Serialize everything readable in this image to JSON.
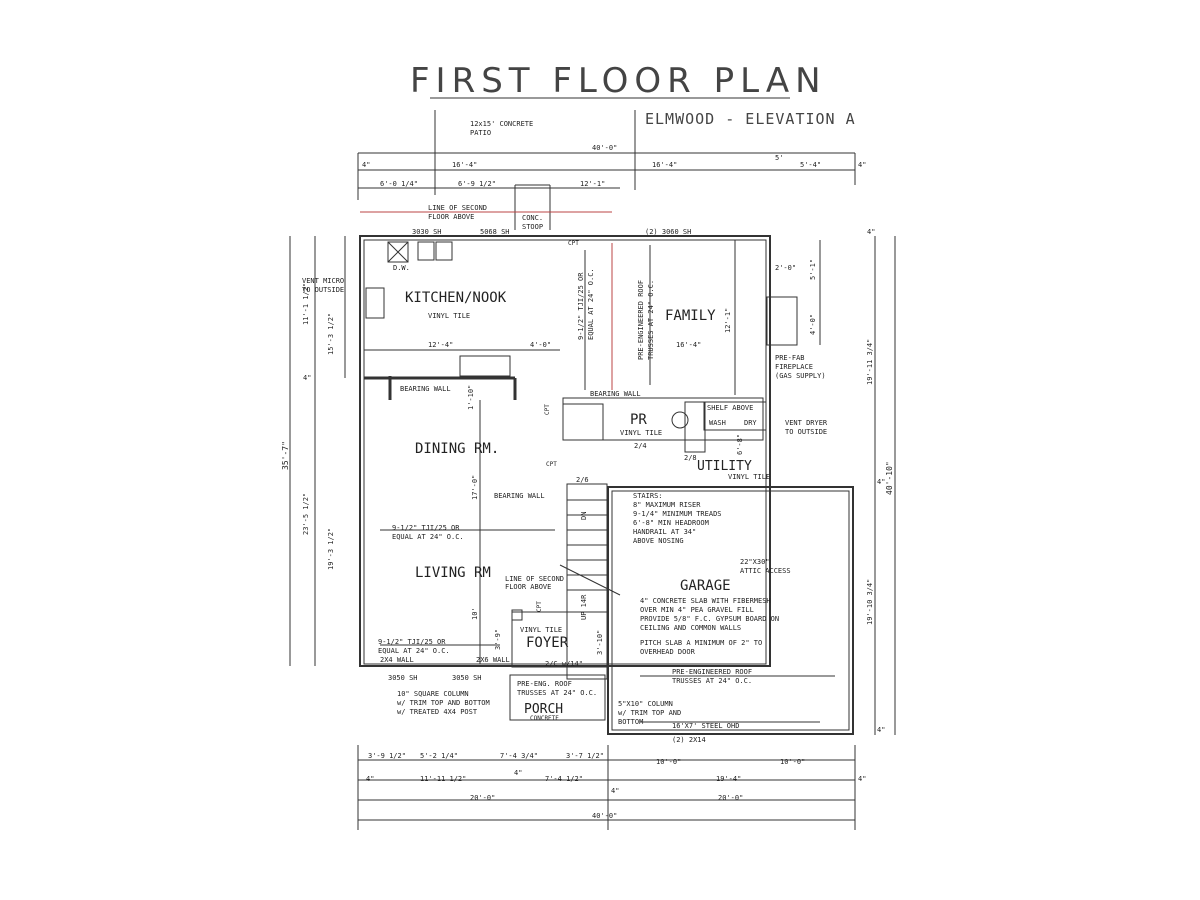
{
  "title": "FIRST FLOOR PLAN",
  "subtitle": "ELMWOOD - ELEVATION A",
  "rooms": {
    "kitchen": "KITCHEN/NOOK",
    "family": "FAMILY",
    "dining": "DINING RM.",
    "living": "LIVING RM",
    "garage": "GARAGE",
    "foyer": "FOYER",
    "porch": "PORCH",
    "utility": "UTILITY",
    "powder": "PR"
  },
  "notes": {
    "patio": [
      "12x15' CONCRETE",
      "PATIO"
    ],
    "line_second_floor": [
      "LINE OF SECOND",
      "FLOOR ABOVE"
    ],
    "conc_stoop": [
      "CONC.",
      "STOOP"
    ],
    "window_3030": "3030 SH",
    "door_5068": "5068 SH",
    "window_2x3060": "(2) 3060 SH",
    "dw": "D.W.",
    "vent_micro": [
      "VENT MICRO",
      "TO OUTSIDE"
    ],
    "vinyl_tile": "VINYL TILE",
    "tji_kitchen": [
      "9-1/2\" TJI/25 OR",
      "EQUAL AT 24\" O.C."
    ],
    "trusses_family": [
      "PRE-ENGINEERED ROOF",
      "TRUSSES AT 24\" O.C."
    ],
    "fireplace": [
      "PRE-FAB",
      "FIREPLACE",
      "(GAS SUPPLY)"
    ],
    "bearing_wall": "BEARING WALL",
    "shelf_above": "SHELF ABOVE",
    "wash": "WASH",
    "dry": "DRY",
    "vent_dryer": [
      "VENT DRYER",
      "TO OUTSIDE"
    ],
    "stairs": [
      "STAIRS:",
      "8\" MAXIMUM RISER",
      "9-1/4\" MINIMUM TREADS",
      "6'-8\" MIN HEADROOM",
      "HANDRAIL AT 34\"",
      "ABOVE NOSING"
    ],
    "tji_dining": [
      "9-1/2\" TJI/25 OR",
      "EQUAL AT 24\" O.C."
    ],
    "attic_access": [
      "22\"X30\"",
      "ATTIC ACCESS"
    ],
    "garage_slab": [
      "4\" CONCRETE SLAB WITH FIBERMESH",
      "OVER MIN 4\" PEA GRAVEL FILL",
      "PROVIDE 5/8\" F.C. GYPSUM BOARD ON",
      "CEILING AND COMMON WALLS",
      "",
      "PITCH SLAB A MINIMUM OF 2\" TO",
      "OVERHEAD DOOR"
    ],
    "garage_trusses": [
      "PRE-ENGINEERED ROOF",
      "TRUSSES AT 24\" O.C."
    ],
    "porch_trusses": [
      "PRE-ENG. ROOF",
      "TRUSSES AT 24\" O.C."
    ],
    "concrete": "CONCRETE",
    "column_left": [
      "10\" SQUARE COLUMN",
      "w/ TRIM TOP AND BOTTOM",
      "w/ TREATED 4X4 POST"
    ],
    "column_right": [
      "5\"X10\" COLUMN",
      "w/ TRIM TOP AND",
      "BOTTOM"
    ],
    "ohd": "16'X7' STEEL OHD",
    "header_2x14": "(2) 2X14",
    "window_3050": "3050 SH",
    "wall_2x4": "2X4 WALL",
    "wall_2x6": "2X6 WALL",
    "closet_2c": "2/C w/14\"",
    "up_14r": "UP 14R",
    "dn": "DN",
    "cpt": "CPT"
  },
  "dimensions": {
    "top_overall": "40'-0\"",
    "top_row1": [
      "4\"",
      "16'-4\"",
      "16'-4\"",
      "5'-4\"",
      "4\""
    ],
    "top_row2": [
      "6'-0 1/4\"",
      "6'-9 1/2\"",
      "12'-1\"",
      "5'"
    ],
    "bottom_row1": [
      "3'-9 1/2\"",
      "5'-2 1/4\"",
      "7'-4 3/4\"",
      "3'-7 1/2\"",
      "10'-0\"",
      "10'-0\""
    ],
    "bottom_row2": [
      "4\"",
      "11'-11 1/2\"",
      "4\"",
      "7'-4 1/2\"",
      "19'-4\"",
      "4\""
    ],
    "bottom_row3": [
      "20'-0\"",
      "4\"",
      "20'-0\""
    ],
    "bottom_overall": "40'-0\"",
    "left_overall": "35'-7\"",
    "left_parts": [
      "11'-1 1/2\"",
      "15'-3 1/2\"",
      "4\"",
      "23'-5 1/2\"",
      "19'-3 1/2\""
    ],
    "right_overall": "40'-10\"",
    "right_parts": [
      "4\"",
      "19'-11 3/4\"",
      "4\"",
      "19'-10 3/4\"",
      "4\""
    ],
    "kitchen_width": "12'-4\"",
    "kitchen_gap": "4'-0\"",
    "family_width": "16'-4\"",
    "family_depth": "12'-1\"",
    "fireplace_dims": [
      "2'-0\"",
      "5'-1\"",
      "4'-0\""
    ],
    "dining_depth": "17'-0\"",
    "bearing_offset": "1'-10\"",
    "living_offset": "3'-9\"",
    "foyer_depth": "3'-10\"",
    "door_2_4": "2/4",
    "door_2_8": "2/8",
    "door_2_6": "2/6",
    "utility_depth": "6'-8\"",
    "living_left_depth": "10'"
  }
}
